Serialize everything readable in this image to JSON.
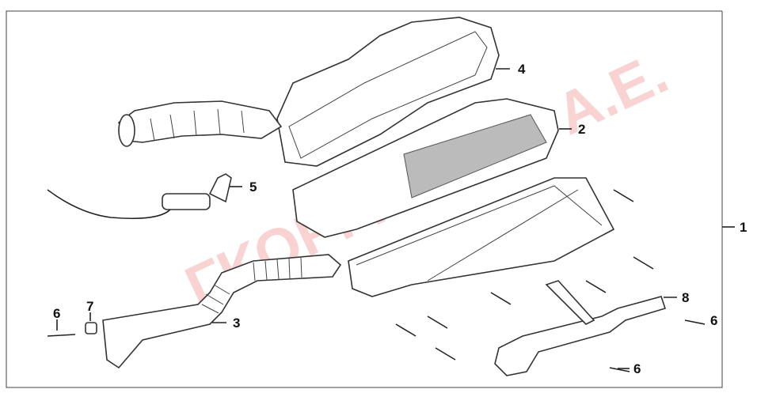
{
  "diagram": {
    "watermark": "ΓΚΟΡΓΚΟΛΗΣ Α.Ε.",
    "callouts": [
      {
        "id": "1",
        "part": "air-cleaner-assembly"
      },
      {
        "id": "2",
        "part": "air-filter-element"
      },
      {
        "id": "3",
        "part": "intake-duct"
      },
      {
        "id": "4",
        "part": "air-cleaner-cover"
      },
      {
        "id": "5",
        "part": "drain-tube"
      },
      {
        "id": "6",
        "part": "bolt"
      },
      {
        "id": "7",
        "part": "nut"
      },
      {
        "id": "6",
        "part": "bolt"
      },
      {
        "id": "6",
        "part": "bolt"
      },
      {
        "id": "8",
        "part": "bracket"
      }
    ]
  }
}
